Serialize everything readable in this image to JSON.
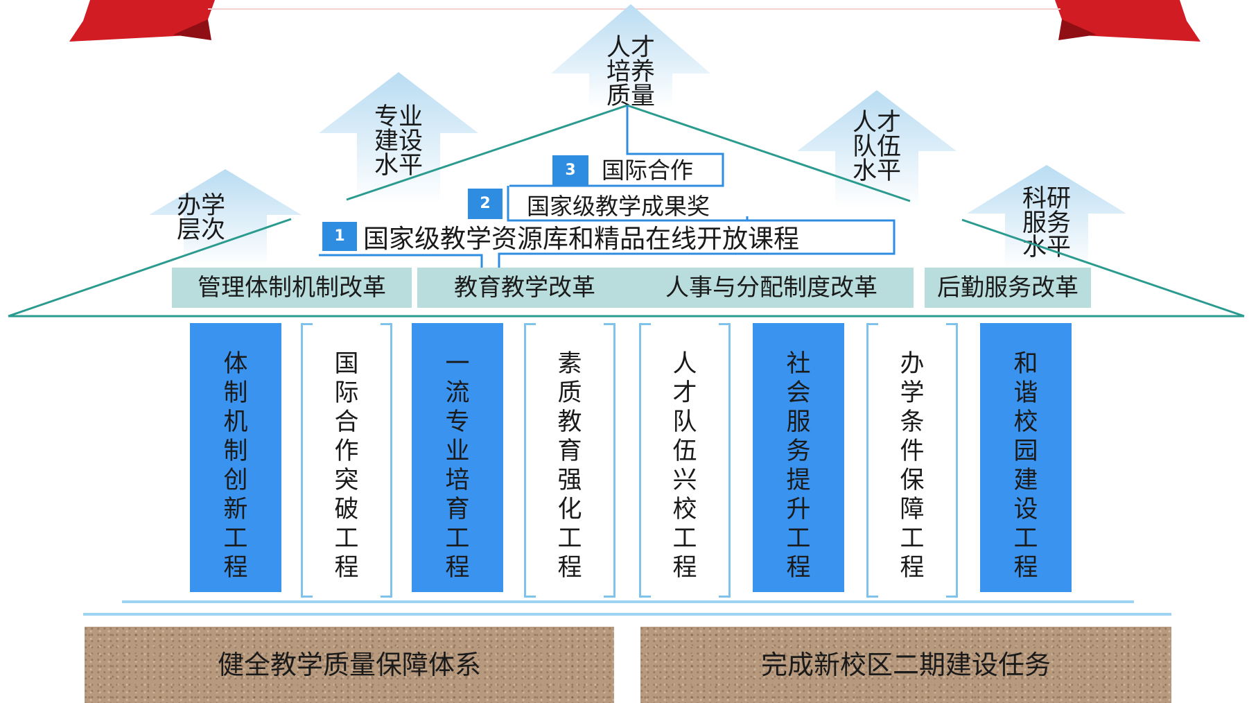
{
  "colors": {
    "ribbon": "#d01c22",
    "arrow_fill": "#cfe6f6",
    "roof_line": "#2a9b8e",
    "accent_blue": "#3993ef",
    "bracket_blue": "#7fc3ea",
    "reform_bg": "#b9dcdc",
    "ground": "#b79a7e"
  },
  "goals": [
    {
      "text": "人才\n培养\n质量"
    },
    {
      "text": "专业\n建设\n水平"
    },
    {
      "text": "人才\n队伍\n水平"
    },
    {
      "text": "办学\n层次"
    },
    {
      "text": "科研\n服务\n水平"
    }
  ],
  "achievements": [
    {
      "num": "1",
      "label": "国家级教学资源库和精品在线开放课程"
    },
    {
      "num": "2",
      "label": "国家级教学成果奖"
    },
    {
      "num": "3",
      "label": "国际合作"
    }
  ],
  "reforms": [
    "管理体制机制改革",
    "教育教学改革",
    "人事与分配制度改革",
    "后勤服务改革"
  ],
  "pillars": [
    {
      "text": "体制机制创新工程",
      "style": "solid"
    },
    {
      "text": "国际合作突破工程",
      "style": "bracket"
    },
    {
      "text": "一流专业培育工程",
      "style": "solid"
    },
    {
      "text": "素质教育强化工程",
      "style": "bracket"
    },
    {
      "text": "人才队伍兴校工程",
      "style": "bracket"
    },
    {
      "text": "社会服务提升工程",
      "style": "solid"
    },
    {
      "text": "办学条件保障工程",
      "style": "bracket"
    },
    {
      "text": "和谐校园建设工程",
      "style": "solid"
    }
  ],
  "foundation": [
    "健全教学质量保障体系",
    "完成新校区二期建设任务"
  ]
}
